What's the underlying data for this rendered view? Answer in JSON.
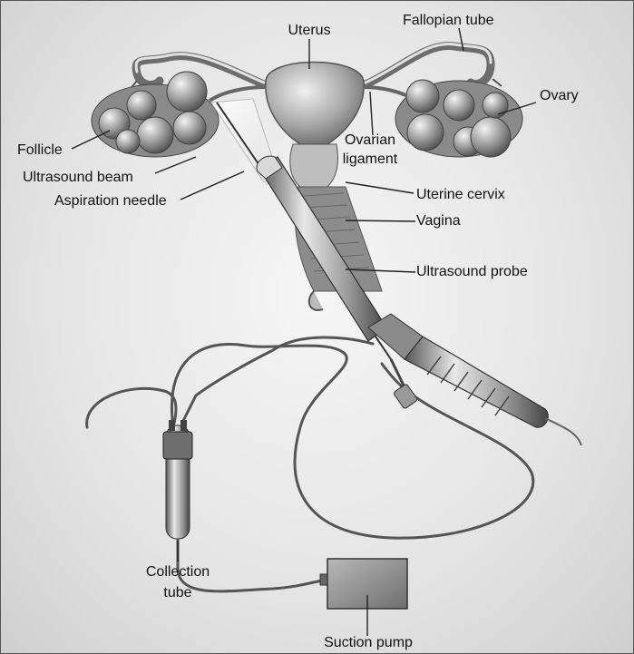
{
  "labels": {
    "uterus": "Uterus",
    "fallopian_tube": "Fallopian tube",
    "ovary": "Ovary",
    "follicle": "Follicle",
    "ovarian_ligament_line1": "Ovarian",
    "ovarian_ligament_line2": "ligament",
    "ultrasound_beam": "Ultrasound beam",
    "aspiration_needle": "Aspiration needle",
    "uterine_cervix": "Uterine cervix",
    "vagina": "Vagina",
    "ultrasound_probe": "Ultrasound probe",
    "collection_tube_line1": "Collection",
    "collection_tube_line2": "tube",
    "suction_pump": "Suction pump"
  }
}
